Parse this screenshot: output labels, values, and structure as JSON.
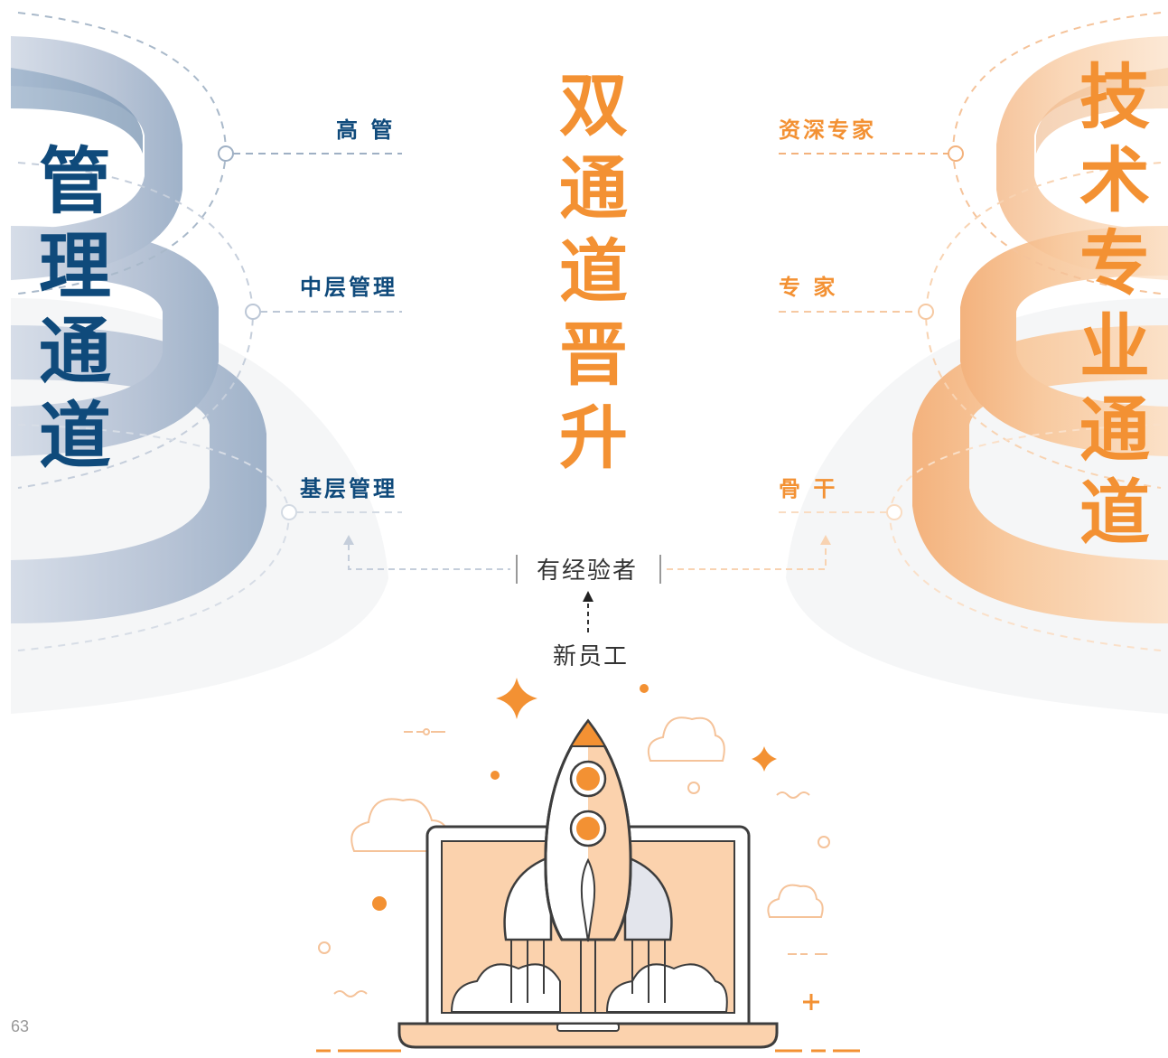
{
  "titles": {
    "left": "管理通道",
    "center": "双通道晋升",
    "right": "技术专业通道"
  },
  "management_levels": [
    "高 管",
    "中层管理",
    "基层管理"
  ],
  "technical_levels": [
    "资深专家",
    "专 家",
    "骨 干"
  ],
  "flow": {
    "experienced": "有经验者",
    "new_employee": "新员工"
  },
  "page_number": "63",
  "colors": {
    "management": "#0f4a7b",
    "technical": "#f39133",
    "coil_blue": "#b7c3d6",
    "coil_orange": "#f8c9a0",
    "text": "#333333"
  },
  "icons": [
    "rocket-icon",
    "laptop-icon",
    "cloud-icon",
    "sparkle-icon",
    "arrow-up-icon"
  ]
}
